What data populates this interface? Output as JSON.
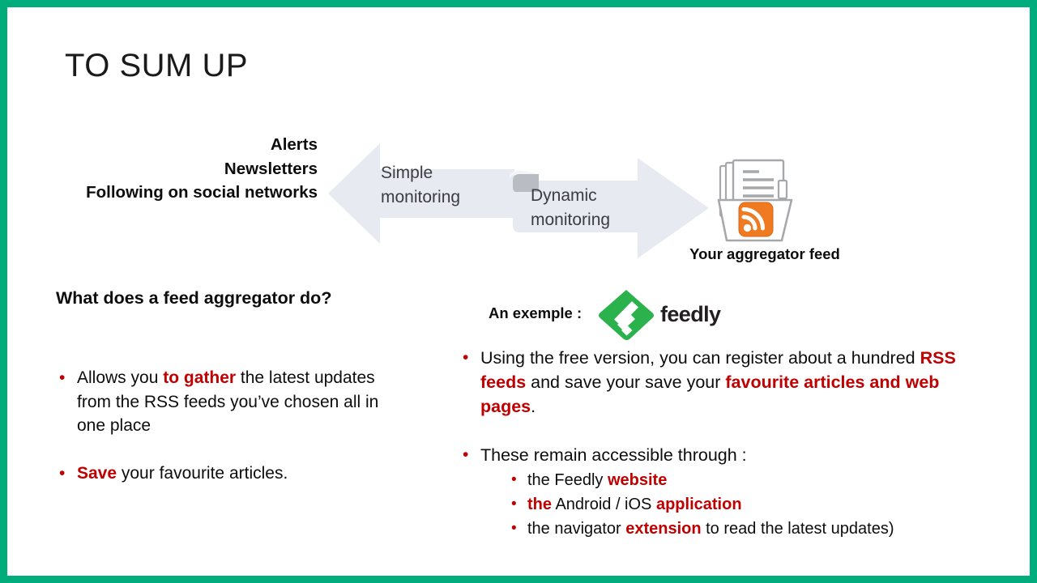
{
  "theme": {
    "border_color": "#00ab7c",
    "accent_red": "#c00000",
    "arrow_fill": "#e7eaf0",
    "arrow_fold": "#b9bcc2",
    "feedly_green": "#2bb24c",
    "rss_orange": "#f07a22",
    "text_dark": "#0d0d0d",
    "arrow_text": "#3c3c42"
  },
  "title": "TO SUM UP",
  "diagram": {
    "sources": [
      "Alerts",
      "Newsletters",
      "Following on social networks"
    ],
    "left_arrow_label": "Simple\nmonitoring",
    "right_arrow_label": "Dynamic\nmonitoring",
    "feed_caption": "Your aggregator feed",
    "feed_icon_name": "rss-folder-icon"
  },
  "left_column": {
    "heading": "What does a feed aggregator do?",
    "bullets": [
      {
        "parts": [
          {
            "text": "Allows you ",
            "style": "normal"
          },
          {
            "text": "to gather",
            "style": "red"
          },
          {
            "text": " the latest updates from the RSS feeds you’ve chosen all in one place",
            "style": "normal"
          }
        ]
      },
      {
        "parts": [
          {
            "text": "Save",
            "style": "red"
          },
          {
            "text": " your favourite articles.",
            "style": "normal"
          }
        ]
      }
    ]
  },
  "right_column": {
    "example_label": "An exemple :",
    "feedly_wordmark": "feedly",
    "bullets": [
      {
        "parts": [
          {
            "text": "Using the free version, you can register about a hundred ",
            "style": "normal"
          },
          {
            "text": "RSS feeds",
            "style": "red"
          },
          {
            "text": " and save your save your ",
            "style": "normal"
          },
          {
            "text": "favourite articles and web pages",
            "style": "red"
          },
          {
            "text": ".",
            "style": "normal"
          }
        ],
        "sub_items": []
      },
      {
        "parts": [
          {
            "text": "These remain accessible through :",
            "style": "normal"
          }
        ],
        "sub_items": [
          {
            "parts": [
              {
                "text": "the Feedly ",
                "style": "normal"
              },
              {
                "text": "website",
                "style": "red"
              }
            ]
          },
          {
            "parts": [
              {
                "text": "the",
                "style": "red"
              },
              {
                "text": " Android / iOS ",
                "style": "normal"
              },
              {
                "text": "application",
                "style": "red"
              }
            ]
          },
          {
            "parts": [
              {
                "text": "the navigator ",
                "style": "normal"
              },
              {
                "text": "extension",
                "style": "red"
              },
              {
                "text": " to read the latest updates)",
                "style": "normal"
              }
            ]
          }
        ]
      }
    ]
  },
  "bullet_glyph": "•"
}
